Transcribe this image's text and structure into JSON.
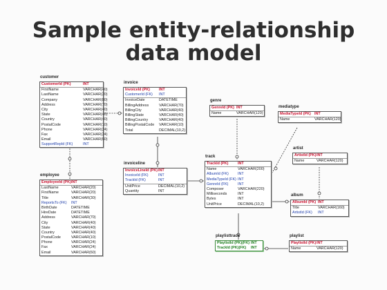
{
  "title_line1": "Sample entity-relationship",
  "title_line2": "data model",
  "tables": {
    "customer": {
      "name": "customer",
      "rows": [
        {
          "col": "CustomerId (PK)",
          "type": "INT",
          "kind": "key",
          "sep": true
        },
        {
          "col": "FirstName",
          "type": "VARCHAR(40)"
        },
        {
          "col": "LastName",
          "type": "VARCHAR(20)"
        },
        {
          "col": "Company",
          "type": "VARCHAR(80)"
        },
        {
          "col": "Address",
          "type": "VARCHAR(70)"
        },
        {
          "col": "City",
          "type": "VARCHAR(40)"
        },
        {
          "col": "State",
          "type": "VARCHAR(40)"
        },
        {
          "col": "Country",
          "type": "VARCHAR(40)"
        },
        {
          "col": "PostalCode",
          "type": "VARCHAR(10)"
        },
        {
          "col": "Phone",
          "type": "VARCHAR(24)"
        },
        {
          "col": "Fax",
          "type": "VARCHAR(24)"
        },
        {
          "col": "Email",
          "type": "VARCHAR(60)"
        },
        {
          "col": "SupportRepId (FK)",
          "type": "INT",
          "kind": "fk"
        }
      ]
    },
    "invoice": {
      "name": "invoice",
      "rows": [
        {
          "col": "InvoiceId (PK)",
          "type": "INT",
          "kind": "key"
        },
        {
          "col": "CustomerId (FK)",
          "type": "INT",
          "kind": "fk",
          "sep": true
        },
        {
          "col": "InvoiceDate",
          "type": "DATETIME"
        },
        {
          "col": "BillingAddress",
          "type": "VARCHAR(70)"
        },
        {
          "col": "BillingCity",
          "type": "VARCHAR(40)"
        },
        {
          "col": "BillingState",
          "type": "VARCHAR(40)"
        },
        {
          "col": "BillingCountry",
          "type": "VARCHAR(40)"
        },
        {
          "col": "BillingPostalCode",
          "type": "VARCHAR(10)"
        },
        {
          "col": "Total",
          "type": "DECIMAL(10,2)"
        }
      ]
    },
    "genre": {
      "name": "genre",
      "rows": [
        {
          "col": "GenreId (PK)",
          "type": "INT",
          "kind": "key",
          "sep": true
        },
        {
          "col": "Name",
          "type": "VARCHAR(120)"
        }
      ]
    },
    "mediatype": {
      "name": "mediatype",
      "rows": [
        {
          "col": "MediaTypeId (PK)",
          "type": "INT",
          "kind": "key",
          "sep": true
        },
        {
          "col": "Name",
          "type": "VARCHAR(120)"
        }
      ]
    },
    "artist": {
      "name": "artist",
      "rows": [
        {
          "col": "ArtistId (PK)",
          "type": "INT",
          "kind": "key",
          "sep": true
        },
        {
          "col": "Name",
          "type": "VARCHAR(120)"
        }
      ]
    },
    "invoiceline": {
      "name": "invoiceline",
      "rows": [
        {
          "col": "InvoiceLineId (PK)",
          "type": "INT",
          "kind": "key"
        },
        {
          "col": "InvoiceId (FK)",
          "type": "INT",
          "kind": "fk"
        },
        {
          "col": "TrackId (FK)",
          "type": "INT",
          "kind": "fk",
          "sep": true
        },
        {
          "col": "UnitPrice",
          "type": "DECIMAL(10,2)"
        },
        {
          "col": "Quantity",
          "type": "INT"
        }
      ]
    },
    "track": {
      "name": "track",
      "rows": [
        {
          "col": "TrackId (PK)",
          "type": "INT",
          "kind": "key",
          "sep": true
        },
        {
          "col": "Name",
          "type": "VARCHAR(200)"
        },
        {
          "col": "AlbumId (FK)",
          "type": "INT",
          "kind": "fk"
        },
        {
          "col": "MediaTypeId (FK)",
          "type": "INT",
          "kind": "fk"
        },
        {
          "col": "GenreId (FK)",
          "type": "INT",
          "kind": "fk"
        },
        {
          "col": "Composer",
          "type": "VARCHAR(220)"
        },
        {
          "col": "Milliseconds",
          "type": "INT"
        },
        {
          "col": "Bytes",
          "type": "INT"
        },
        {
          "col": "UnitPrice",
          "type": "DECIMAL(10,2)"
        }
      ]
    },
    "employee": {
      "name": "employee",
      "rows": [
        {
          "col": "EmployeeId (PK)",
          "type": "INT",
          "kind": "key",
          "sep": true
        },
        {
          "col": "LastName",
          "type": "VARCHAR(20)"
        },
        {
          "col": "FirstName",
          "type": "VARCHAR(20)"
        },
        {
          "col": "Title",
          "type": "VARCHAR(30)"
        },
        {
          "col": "ReportsTo (FK)",
          "type": "INT",
          "kind": "fk"
        },
        {
          "col": "BirthDate",
          "type": "DATETIME"
        },
        {
          "col": "HireDate",
          "type": "DATETIME"
        },
        {
          "col": "Address",
          "type": "VARCHAR(70)"
        },
        {
          "col": "City",
          "type": "VARCHAR(40)"
        },
        {
          "col": "State",
          "type": "VARCHAR(40)"
        },
        {
          "col": "Country",
          "type": "VARCHAR(40)"
        },
        {
          "col": "PostalCode",
          "type": "VARCHAR(10)"
        },
        {
          "col": "Phone",
          "type": "VARCHAR(24)"
        },
        {
          "col": "Fax",
          "type": "VARCHAR(24)"
        },
        {
          "col": "Email",
          "type": "VARCHAR(60)"
        }
      ]
    },
    "album": {
      "name": "album",
      "rows": [
        {
          "col": "AlbumId (PK)",
          "type": "INT",
          "kind": "key",
          "sep": true
        },
        {
          "col": "Title",
          "type": "VARCHAR(160)"
        },
        {
          "col": "ArtistId (FK)",
          "type": "INT",
          "kind": "fk"
        }
      ]
    },
    "playlisttrack": {
      "name": "playlisttrack",
      "rows": [
        {
          "col": "PlaylistId (PK)(FK)",
          "type": "INT",
          "kind": "key"
        },
        {
          "col": "TrackId (PK)(FK)",
          "type": "INT",
          "kind": "key"
        }
      ]
    },
    "playlist": {
      "name": "playlist",
      "rows": [
        {
          "col": "PlaylistId (PK)",
          "type": "INT",
          "kind": "key",
          "sep": true
        },
        {
          "col": "Name",
          "type": "VARCHAR(120)"
        }
      ]
    }
  }
}
